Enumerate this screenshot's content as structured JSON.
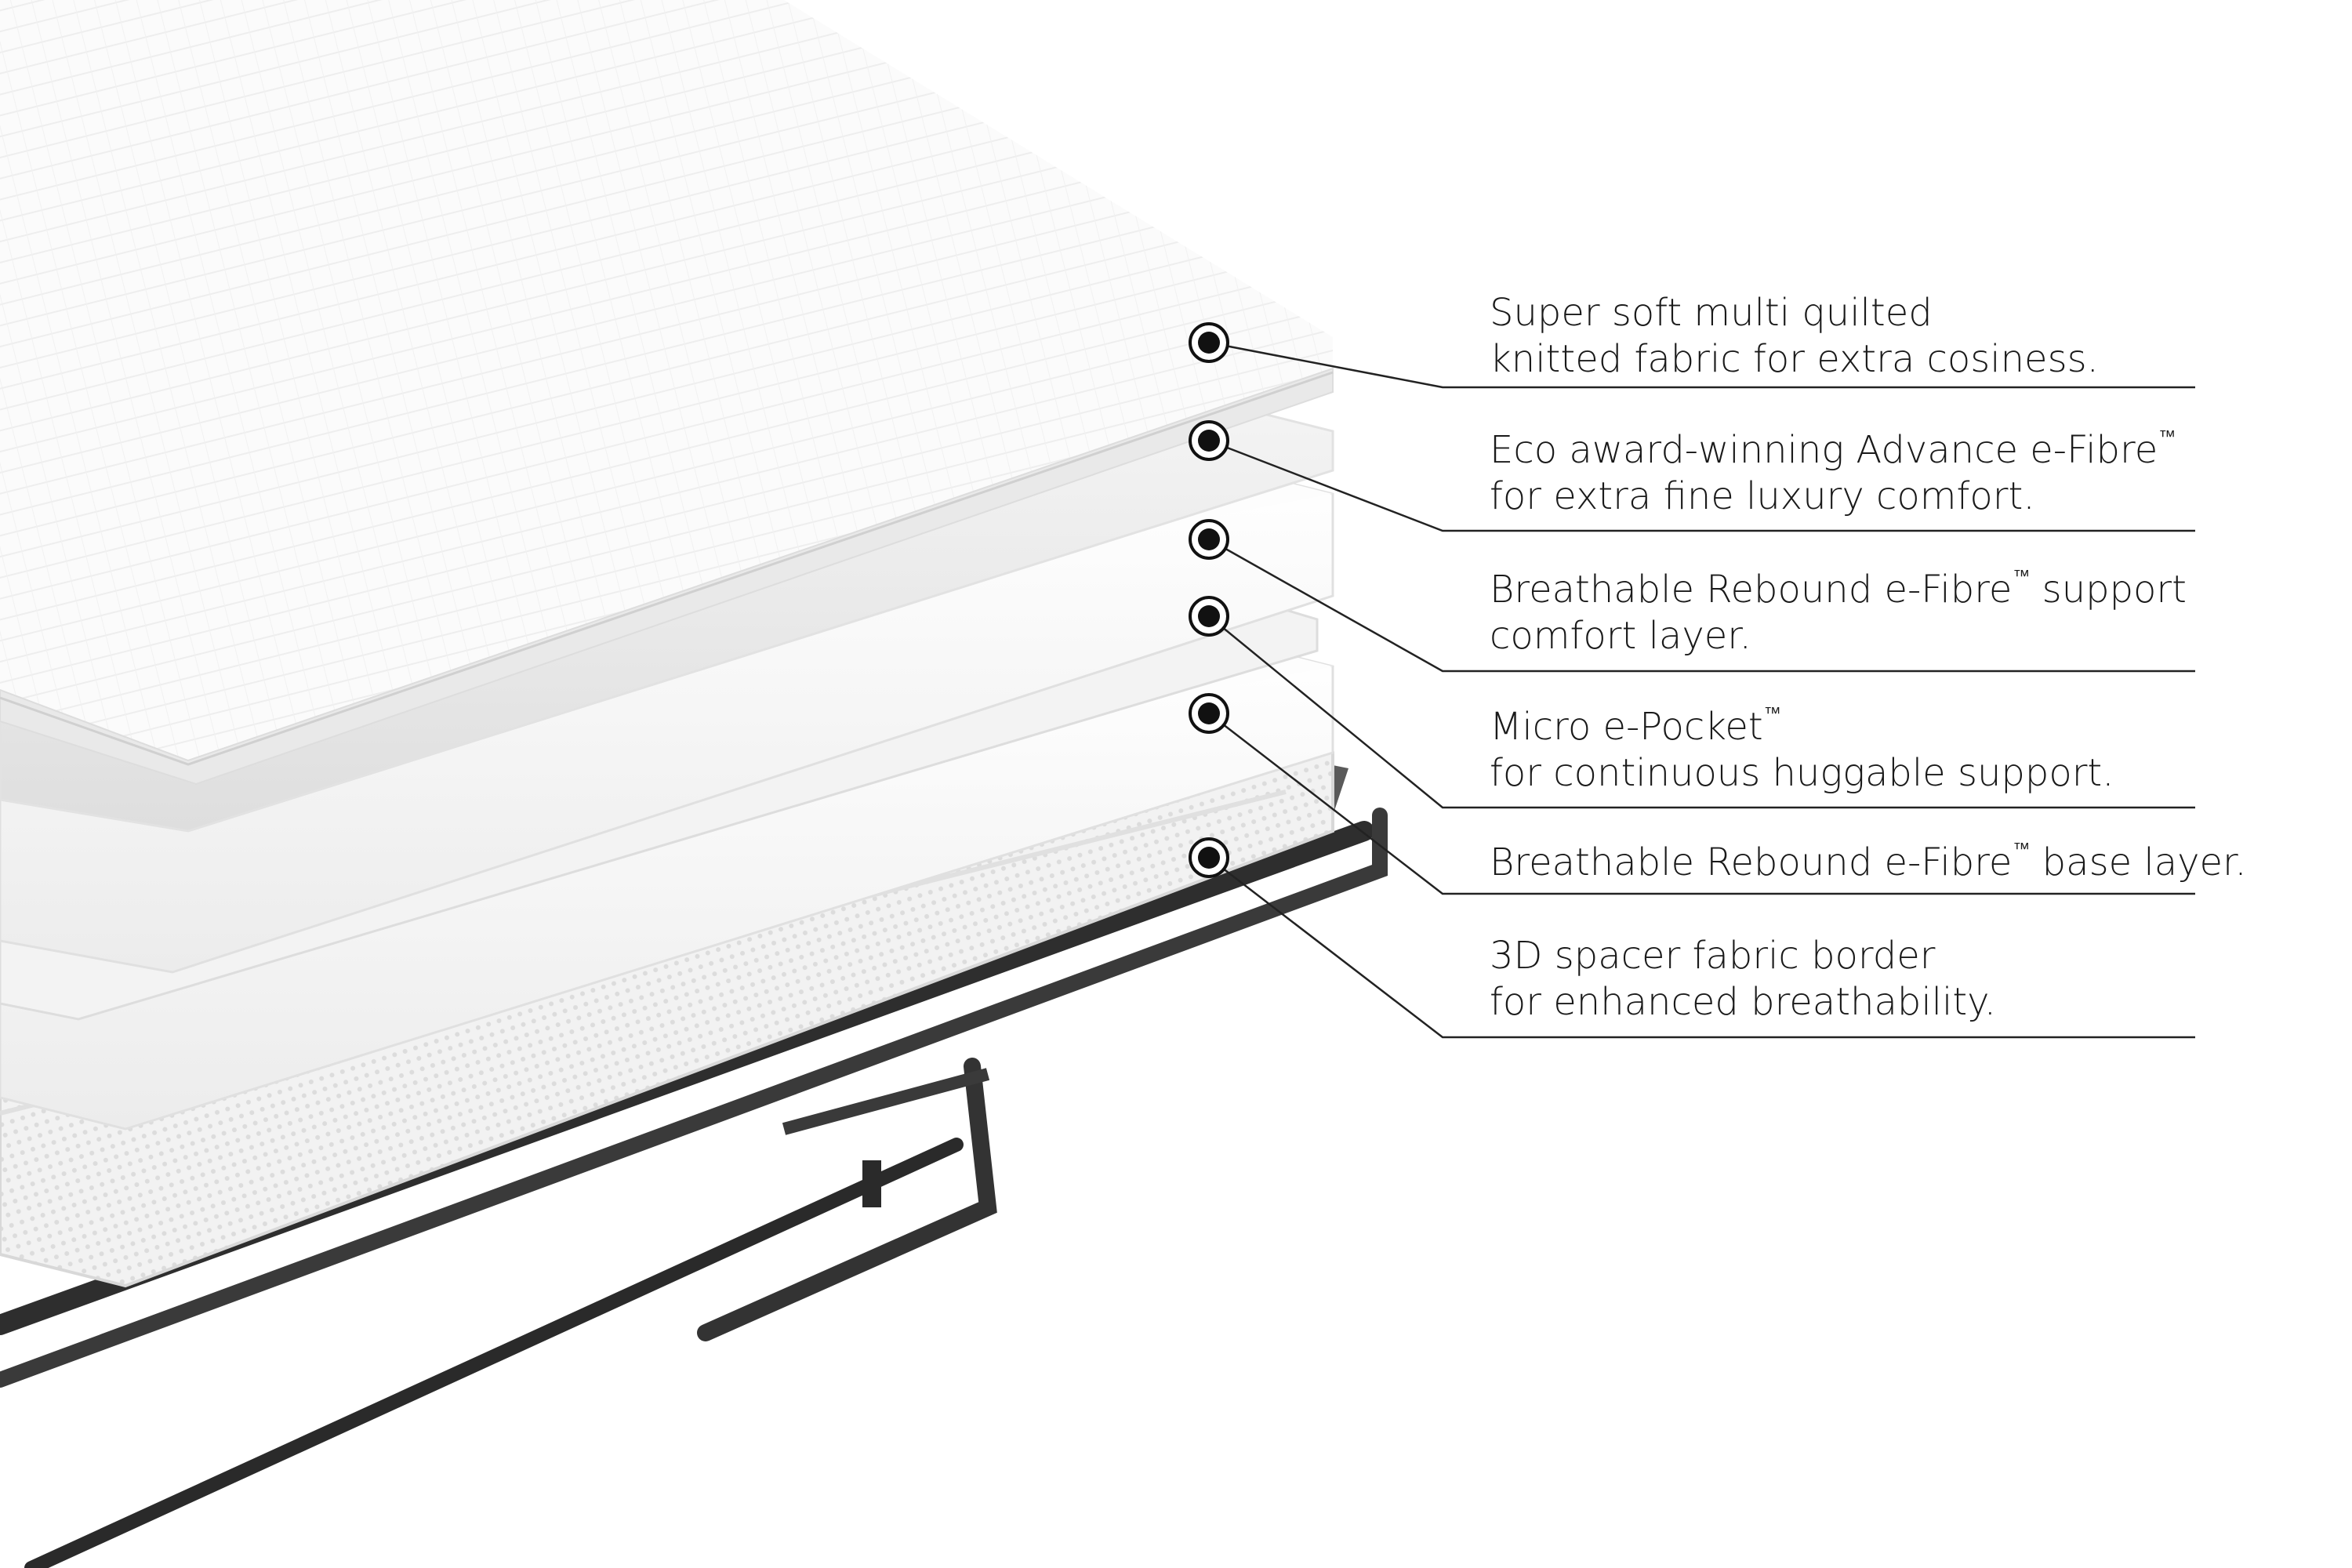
{
  "callouts": [
    {
      "lines": [
        "Super soft multi quilted",
        "knitted fabric for extra cosiness."
      ],
      "tm_line": null
    },
    {
      "lines": [
        "Eco award-winning Advance e-Fibre",
        "for extra fine luxury comfort."
      ],
      "tm_line": 0
    },
    {
      "lines": [
        "Breathable Rebound e-Fibre",
        "comfort layer."
      ],
      "tm_line": 0,
      "tm_suffix": " support"
    },
    {
      "lines": [
        "Micro e-Pocket",
        "for continuous huggable support."
      ],
      "tm_line": 0
    },
    {
      "lines": [
        "Breathable Rebound e-Fibre"
      ],
      "tm_line": 0,
      "tm_suffix": " base layer."
    },
    {
      "lines": [
        "3D spacer fabric border",
        "for enhanced breathability."
      ],
      "tm_line": null
    }
  ],
  "trademark_symbol": "™",
  "colors": {
    "background": "#ffffff",
    "text": "#1a1a1a",
    "leader_line": "#222222",
    "marker": "#111111",
    "frame": "#2e2e2e",
    "layer_fill": "#f7f7f7",
    "layer_shadow": "#d8d8d8"
  }
}
